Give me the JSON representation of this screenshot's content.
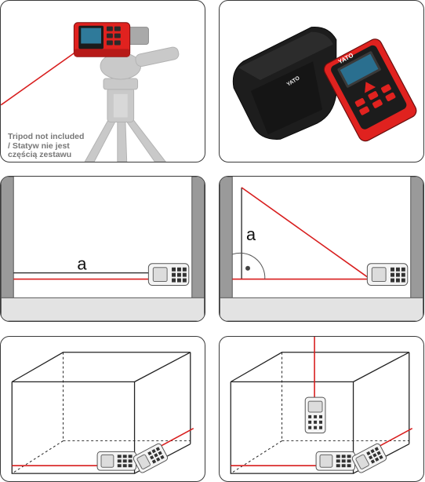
{
  "tripod_panel": {
    "note": "Tripod not included\n/ Statyw nie jest\nczęścią zestawu"
  },
  "product_panel": {
    "device_brand": "YATO",
    "pouch_brand": "YATO"
  },
  "distance_panel": {
    "label": "a"
  },
  "height_panel": {
    "label": "a"
  },
  "colors": {
    "laser": "#d81e1e",
    "device_red": "#e0221f",
    "frame": "#3a3a3a",
    "wall_gray": "#9a9a9a",
    "floor_gray": "#e3e3e3"
  }
}
